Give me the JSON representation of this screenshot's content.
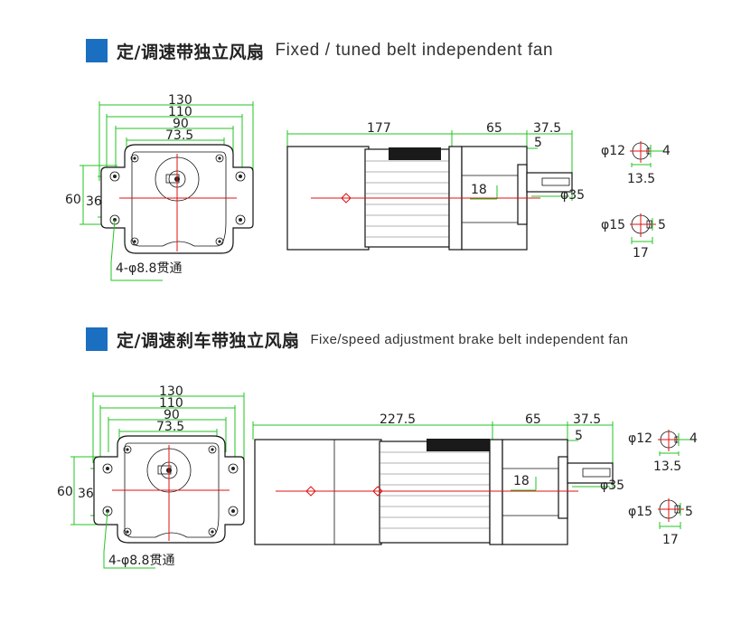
{
  "section1": {
    "title_cn": "定/调速带独立风扇",
    "title_en": "Fixed / tuned belt independent fan",
    "front_view": {
      "width_130": "130",
      "width_110": "110",
      "width_90": "90",
      "width_73_5": "73.5",
      "height_60": "60",
      "height_36": "36",
      "hole_note": "4-φ8.8贯通"
    },
    "side_view": {
      "length_motor": "177",
      "length_gearbox": "65",
      "shaft_length": "37.5",
      "shaft_step": "5",
      "shaft_offset": "18",
      "shaft_dia": "φ35"
    },
    "shaft_a": {
      "dia": "φ12",
      "key": "4",
      "height": "13.5"
    },
    "shaft_b": {
      "dia": "φ15",
      "key": "5",
      "height": "17"
    }
  },
  "section2": {
    "title_cn": "定/调速刹车带独立风扇",
    "title_en": "Fixe/speed adjustment brake belt independent fan",
    "front_view": {
      "width_130": "130",
      "width_110": "110",
      "width_90": "90",
      "width_73_5": "73.5",
      "height_60": "60",
      "height_36": "36",
      "hole_note": "4-φ8.8贯通"
    },
    "side_view": {
      "length_motor": "227.5",
      "length_gearbox": "65",
      "shaft_length": "37.5",
      "shaft_step": "5",
      "shaft_offset": "18",
      "shaft_dia": "φ35"
    },
    "shaft_a": {
      "dia": "φ12",
      "key": "4",
      "height": "13.5"
    },
    "shaft_b": {
      "dia": "φ15",
      "key": "5",
      "height": "17"
    }
  },
  "colors": {
    "title_marker": "#1b6fc0",
    "dimension_lines": "#22c422",
    "center_lines": "#e01010",
    "outline": "#111111"
  }
}
